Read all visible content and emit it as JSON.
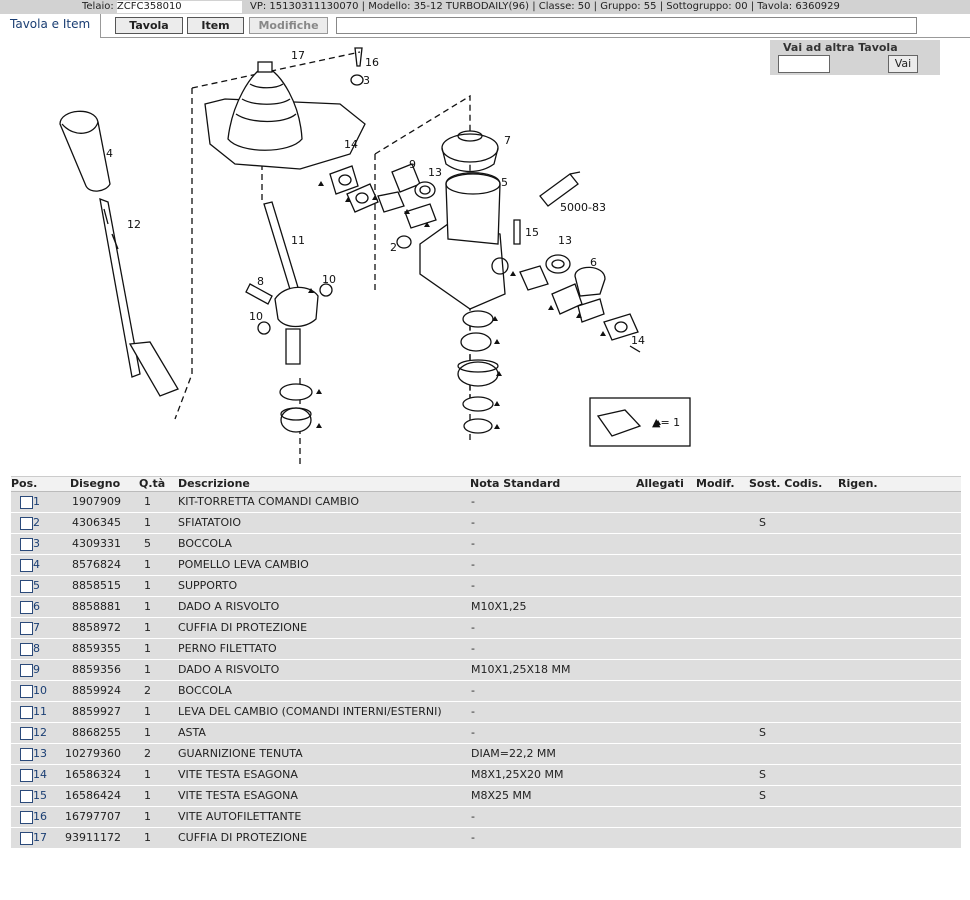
{
  "infobar": {
    "telaio_label": "Telaio:",
    "telaio_value": "ZCFC358010",
    "rest": "VP: 15130311130070 | Modello: 35-12 TURBODAILY(96) | Classe: 50 | Gruppo: 55 | Sottogruppo: 00 | Tavola: 6360929"
  },
  "tabs": {
    "active_label": "Tavola e Item",
    "tavola": "Tavola",
    "item": "Item",
    "modifiche": "Modifiche"
  },
  "goto": {
    "title": "Vai ad altra Tavola",
    "button": "Vai",
    "value": ""
  },
  "drawing": {
    "callouts": [
      "17",
      "16",
      "3",
      "4",
      "14",
      "7",
      "9",
      "13",
      "5",
      "12",
      "5000-83",
      "15",
      "11",
      "2",
      "13",
      "6",
      "8",
      "10",
      "10",
      "14"
    ],
    "legend": "▲= 1"
  },
  "table": {
    "headers": {
      "pos": "Pos.",
      "disegno": "Disegno",
      "qta": "Q.tà",
      "descrizione": "Descrizione",
      "nota": "Nota Standard",
      "allegati": "Allegati",
      "modif": "Modif.",
      "sost": "Sost. Codis.",
      "rigen": "Rigen."
    },
    "rows": [
      {
        "pos": "1",
        "disegno": "1907909",
        "qta": "1",
        "descrizione": "KIT-TORRETTA COMANDI CAMBIO",
        "nota": "-",
        "sost": ""
      },
      {
        "pos": "2",
        "disegno": "4306345",
        "qta": "1",
        "descrizione": "SFIATATOIO",
        "nota": "-",
        "sost": "S"
      },
      {
        "pos": "3",
        "disegno": "4309331",
        "qta": "5",
        "descrizione": "BOCCOLA",
        "nota": "-",
        "sost": ""
      },
      {
        "pos": "4",
        "disegno": "8576824",
        "qta": "1",
        "descrizione": "POMELLO LEVA CAMBIO",
        "nota": "-",
        "sost": ""
      },
      {
        "pos": "5",
        "disegno": "8858515",
        "qta": "1",
        "descrizione": "SUPPORTO",
        "nota": "-",
        "sost": ""
      },
      {
        "pos": "6",
        "disegno": "8858881",
        "qta": "1",
        "descrizione": "DADO A RISVOLTO",
        "nota": "M10X1,25",
        "sost": ""
      },
      {
        "pos": "7",
        "disegno": "8858972",
        "qta": "1",
        "descrizione": "CUFFIA DI PROTEZIONE",
        "nota": "-",
        "sost": ""
      },
      {
        "pos": "8",
        "disegno": "8859355",
        "qta": "1",
        "descrizione": "PERNO FILETTATO",
        "nota": "-",
        "sost": ""
      },
      {
        "pos": "9",
        "disegno": "8859356",
        "qta": "1",
        "descrizione": "DADO A RISVOLTO",
        "nota": "M10X1,25X18 MM",
        "sost": ""
      },
      {
        "pos": "10",
        "disegno": "8859924",
        "qta": "2",
        "descrizione": "BOCCOLA",
        "nota": "-",
        "sost": ""
      },
      {
        "pos": "11",
        "disegno": "8859927",
        "qta": "1",
        "descrizione": "LEVA DEL CAMBIO (COMANDI INTERNI/ESTERNI)",
        "nota": "-",
        "sost": ""
      },
      {
        "pos": "12",
        "disegno": "8868255",
        "qta": "1",
        "descrizione": "ASTA",
        "nota": "-",
        "sost": "S"
      },
      {
        "pos": "13",
        "disegno": "10279360",
        "qta": "2",
        "descrizione": "GUARNIZIONE TENUTA",
        "nota": "DIAM=22,2 MM",
        "sost": ""
      },
      {
        "pos": "14",
        "disegno": "16586324",
        "qta": "1",
        "descrizione": "VITE TESTA ESAGONA",
        "nota": "M8X1,25X20 MM",
        "sost": "S"
      },
      {
        "pos": "15",
        "disegno": "16586424",
        "qta": "1",
        "descrizione": "VITE TESTA ESAGONA",
        "nota": "M8X25 MM",
        "sost": "S"
      },
      {
        "pos": "16",
        "disegno": "16797707",
        "qta": "1",
        "descrizione": "VITE AUTOFILETTANTE",
        "nota": "-",
        "sost": ""
      },
      {
        "pos": "17",
        "disegno": "93911172",
        "qta": "1",
        "descrizione": "CUFFIA DI PROTEZIONE",
        "nota": "-",
        "sost": ""
      }
    ]
  }
}
